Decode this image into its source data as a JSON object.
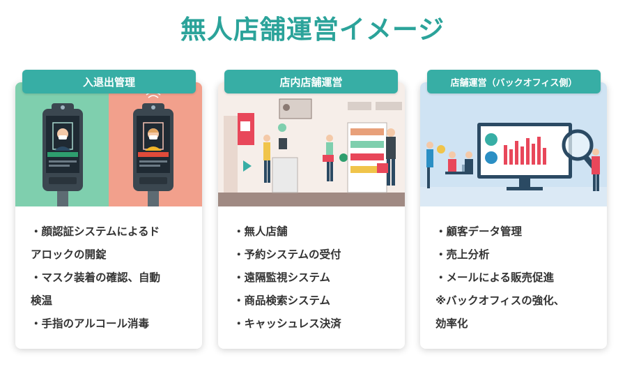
{
  "title": "無人店舗運営イメージ",
  "cards": [
    {
      "tab": "入退出管理",
      "items": [
        "・顔認証システムによるド",
        "アロックの開錠",
        "・マスク装着の確認、自動",
        "検温",
        "・手指のアルコール消毒"
      ]
    },
    {
      "tab": "店内店舗運営",
      "items": [
        "・無人店舗",
        "・予約システムの受付",
        "・遠隔監視システム",
        "・商品検索システム",
        "・キャッシュレス決済"
      ]
    },
    {
      "tab": "店舗運営（バックオフィス側）",
      "items": [
        "・顧客データ管理",
        "・売上分析",
        "・メールによる販売促進",
        "※バックオフィスの強化、",
        "効率化"
      ]
    }
  ],
  "colors": {
    "accent": "#2ba39a",
    "tab": "#37aea5",
    "mint": "#7fcfae",
    "salmon": "#f2a08c",
    "lightblue": "#cfe3f3"
  }
}
